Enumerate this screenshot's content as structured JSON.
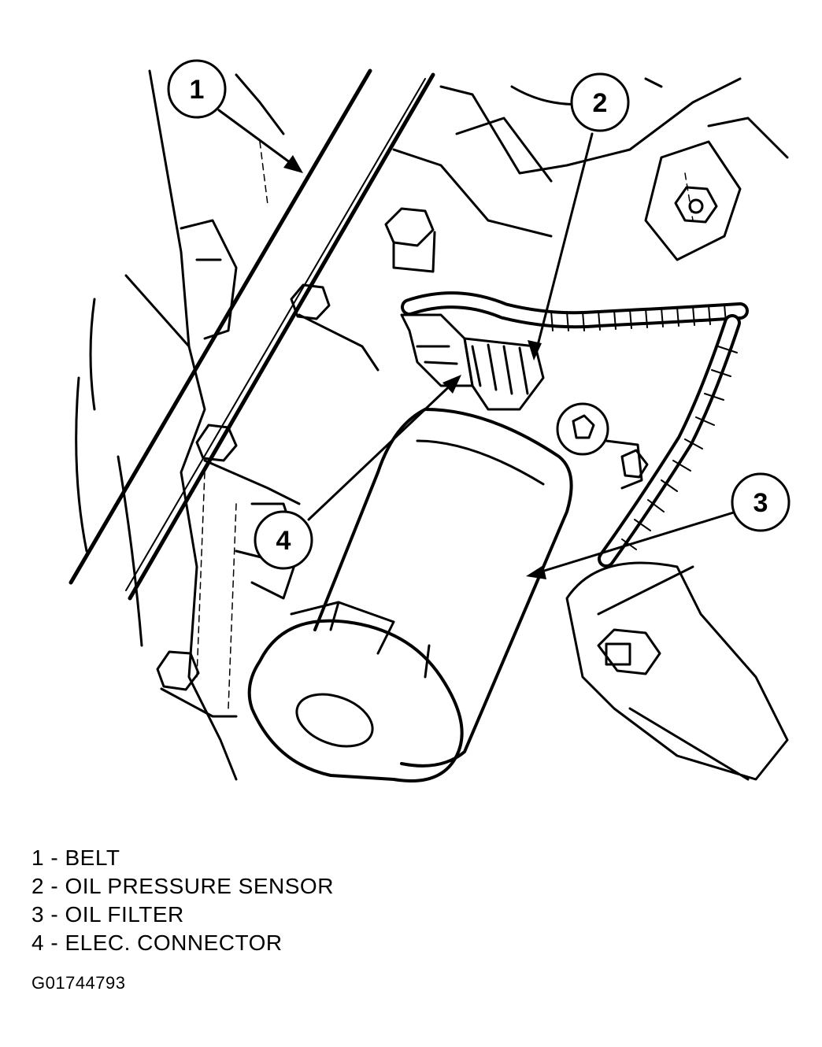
{
  "callouts": [
    {
      "number": "1",
      "label": "BELT"
    },
    {
      "number": "2",
      "label": "OIL PRESSURE SENSOR"
    },
    {
      "number": "3",
      "label": "OIL FILTER"
    },
    {
      "number": "4",
      "label": "ELEC. CONNECTOR"
    }
  ],
  "separator": " - ",
  "figure_id": "G01744793"
}
